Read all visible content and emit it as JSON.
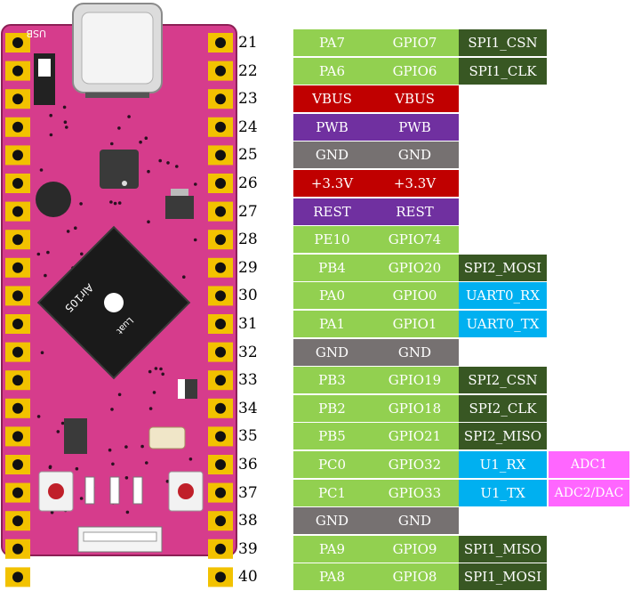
{
  "colors": {
    "gpio": "#92d050",
    "power": "#c00000",
    "pwb": "#7030a0",
    "gnd": "#767171",
    "spi": "#385723",
    "uart": "#00b0f0",
    "adc": "#ff66ff",
    "pcb": "#d63c8c",
    "pad": "#f2c200"
  },
  "board": {
    "chip_label": "Air105",
    "chip_brand": "Luat",
    "switch_label": "USB"
  },
  "pins": [
    {
      "num": "21",
      "cells": [
        {
          "text": "PA7",
          "color": "gpio"
        },
        {
          "text": "GPIO7",
          "color": "gpio"
        },
        {
          "text": "SPI1_CSN",
          "color": "spi"
        }
      ]
    },
    {
      "num": "22",
      "cells": [
        {
          "text": "PA6",
          "color": "gpio"
        },
        {
          "text": "GPIO6",
          "color": "gpio"
        },
        {
          "text": "SPI1_CLK",
          "color": "spi"
        }
      ]
    },
    {
      "num": "23",
      "cells": [
        {
          "text": "VBUS",
          "color": "power"
        },
        {
          "text": "VBUS",
          "color": "power"
        }
      ]
    },
    {
      "num": "24",
      "cells": [
        {
          "text": "PWB",
          "color": "pwb"
        },
        {
          "text": "PWB",
          "color": "pwb"
        }
      ]
    },
    {
      "num": "25",
      "cells": [
        {
          "text": "GND",
          "color": "gnd"
        },
        {
          "text": "GND",
          "color": "gnd"
        }
      ]
    },
    {
      "num": "26",
      "cells": [
        {
          "text": "+3.3V",
          "color": "power"
        },
        {
          "text": "+3.3V",
          "color": "power"
        }
      ]
    },
    {
      "num": "27",
      "cells": [
        {
          "text": "REST",
          "color": "pwb"
        },
        {
          "text": "REST",
          "color": "pwb"
        }
      ]
    },
    {
      "num": "28",
      "cells": [
        {
          "text": "PE10",
          "color": "gpio"
        },
        {
          "text": "GPIO74",
          "color": "gpio"
        }
      ]
    },
    {
      "num": "29",
      "cells": [
        {
          "text": "PB4",
          "color": "gpio"
        },
        {
          "text": "GPIO20",
          "color": "gpio"
        },
        {
          "text": "SPI2_MOSI",
          "color": "spi"
        }
      ]
    },
    {
      "num": "30",
      "cells": [
        {
          "text": "PA0",
          "color": "gpio"
        },
        {
          "text": "GPIO0",
          "color": "gpio"
        },
        {
          "text": "UART0_RX",
          "color": "uart"
        }
      ]
    },
    {
      "num": "31",
      "cells": [
        {
          "text": "PA1",
          "color": "gpio"
        },
        {
          "text": "GPIO1",
          "color": "gpio"
        },
        {
          "text": "UART0_TX",
          "color": "uart"
        }
      ]
    },
    {
      "num": "32",
      "cells": [
        {
          "text": "GND",
          "color": "gnd"
        },
        {
          "text": "GND",
          "color": "gnd"
        }
      ]
    },
    {
      "num": "33",
      "cells": [
        {
          "text": "PB3",
          "color": "gpio"
        },
        {
          "text": "GPIO19",
          "color": "gpio"
        },
        {
          "text": "SPI2_CSN",
          "color": "spi"
        }
      ]
    },
    {
      "num": "34",
      "cells": [
        {
          "text": "PB2",
          "color": "gpio"
        },
        {
          "text": "GPIO18",
          "color": "gpio"
        },
        {
          "text": "SPI2_CLK",
          "color": "spi"
        }
      ]
    },
    {
      "num": "35",
      "cells": [
        {
          "text": "PB5",
          "color": "gpio"
        },
        {
          "text": "GPIO21",
          "color": "gpio"
        },
        {
          "text": "SPI2_MISO",
          "color": "spi"
        }
      ]
    },
    {
      "num": "36",
      "cells": [
        {
          "text": "PC0",
          "color": "gpio"
        },
        {
          "text": "GPIO32",
          "color": "gpio"
        },
        {
          "text": "U1_RX",
          "color": "uart"
        },
        {
          "text": "ADC1",
          "color": "adc"
        }
      ]
    },
    {
      "num": "37",
      "cells": [
        {
          "text": "PC1",
          "color": "gpio"
        },
        {
          "text": "GPIO33",
          "color": "gpio"
        },
        {
          "text": "U1_TX",
          "color": "uart"
        },
        {
          "text": "ADC2/DAC",
          "color": "adc"
        }
      ]
    },
    {
      "num": "38",
      "cells": [
        {
          "text": "GND",
          "color": "gnd"
        },
        {
          "text": "GND",
          "color": "gnd"
        }
      ]
    },
    {
      "num": "39",
      "cells": [
        {
          "text": "PA9",
          "color": "gpio"
        },
        {
          "text": "GPIO9",
          "color": "gpio"
        },
        {
          "text": "SPI1_MISO",
          "color": "spi"
        }
      ]
    },
    {
      "num": "40",
      "cells": [
        {
          "text": "PA8",
          "color": "gpio"
        },
        {
          "text": "GPIO8",
          "color": "gpio"
        },
        {
          "text": "SPI1_MOSI",
          "color": "spi"
        }
      ]
    }
  ]
}
